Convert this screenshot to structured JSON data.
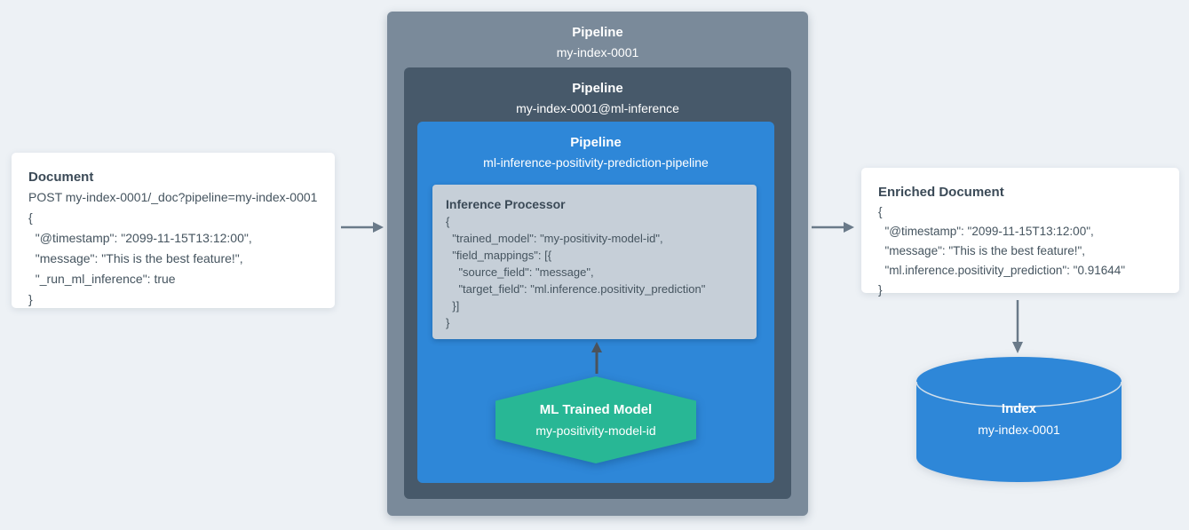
{
  "left_document": {
    "title": "Document",
    "lines": [
      "POST my-index-0001/_doc?pipeline=my-index-0001",
      "{",
      "  \"@timestamp\": \"2099-11-15T13:12:00\",",
      "  \"message\": \"This is the best feature!\",",
      "  \"_run_ml_inference\": true",
      "}"
    ]
  },
  "outer_pipeline": {
    "label": "Pipeline",
    "name": "my-index-0001"
  },
  "inner_pipeline": {
    "label": "Pipeline",
    "name": "my-index-0001@ml-inference"
  },
  "ml_inference_pipeline": {
    "label": "Pipeline",
    "name": "ml-inference-positivity-prediction-pipeline"
  },
  "inference_processor": {
    "title": "Inference Processor",
    "lines": [
      "{",
      "  \"trained_model\": \"my-positivity-model-id\",",
      "  \"field_mappings\": [{",
      "    \"source_field\": \"message\",",
      "    \"target_field\": \"ml.inference.positivity_prediction\"",
      "  }]",
      "}"
    ]
  },
  "ml_trained_model": {
    "title": "ML Trained Model",
    "name": "my-positivity-model-id"
  },
  "enriched_document": {
    "title": "Enriched Document",
    "lines": [
      "{",
      "  \"@timestamp\": \"2099-11-15T13:12:00\",",
      "  \"message\": \"This is the best feature!\",",
      "  \"ml.inference.positivity_prediction\": \"0.91644\"",
      "}"
    ]
  },
  "index": {
    "title": "Index",
    "name": "my-index-0001"
  },
  "colors": {
    "background": "#edf1f5",
    "outer_pipeline_gray": "#7a8a9a",
    "inner_pipeline_slate": "#47596a",
    "ml_pipeline_blue": "#2e87d8",
    "processor_gray": "#c6cfd8",
    "model_green": "#28b795",
    "index_blue": "#2e87d8",
    "arrow_gray": "#6a7a89",
    "arrow_dark": "#4b535c",
    "card_white": "#ffffff",
    "text_dark": "#3b4a57"
  }
}
